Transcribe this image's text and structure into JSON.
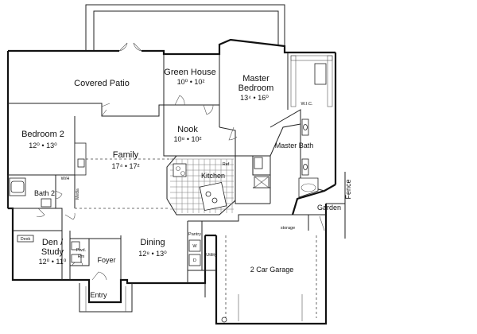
{
  "rooms": {
    "covered_patio": {
      "name": "Covered Patio"
    },
    "green_house": {
      "name": "Green House",
      "size": "10⁰ • 10²"
    },
    "master_bedroom": {
      "line1": "Master",
      "line2": "Bedroom",
      "size": "13⁴ • 16⁰"
    },
    "bedroom2": {
      "name": "Bedroom 2",
      "size": "12⁰ • 13⁰"
    },
    "nook": {
      "name": "Nook",
      "size": "10⁸ • 10²"
    },
    "master_bath": {
      "name": "Master Bath"
    },
    "family": {
      "name": "Family",
      "size": "17⁴ • 17²"
    },
    "kitchen": {
      "name": "Kitchen"
    },
    "bath2": {
      "name": "Bath 2"
    },
    "den_study": {
      "line1": "Den /",
      "line2": "Study",
      "size": "12⁰ • 11⁰"
    },
    "dining": {
      "name": "Dining",
      "size": "12⁸ • 13⁰"
    },
    "pwd_rm": {
      "line1": "Pwd.",
      "line2": "Rm"
    },
    "foyer": {
      "name": "Foyer"
    },
    "entry": {
      "name": "Entry"
    },
    "garage": {
      "name": "2 Car Garage"
    },
    "garden": {
      "name": "Garden"
    },
    "fence": {
      "name": "Fence"
    },
    "utility": {
      "name": "Utility"
    }
  },
  "small_labels": {
    "wic": "W.I.C.",
    "wh": "W/H",
    "media": "Media",
    "desk": "Desk",
    "pantry": "Pantry",
    "storage": "storage",
    "ref": "Ref",
    "w": "W",
    "d": "D"
  }
}
